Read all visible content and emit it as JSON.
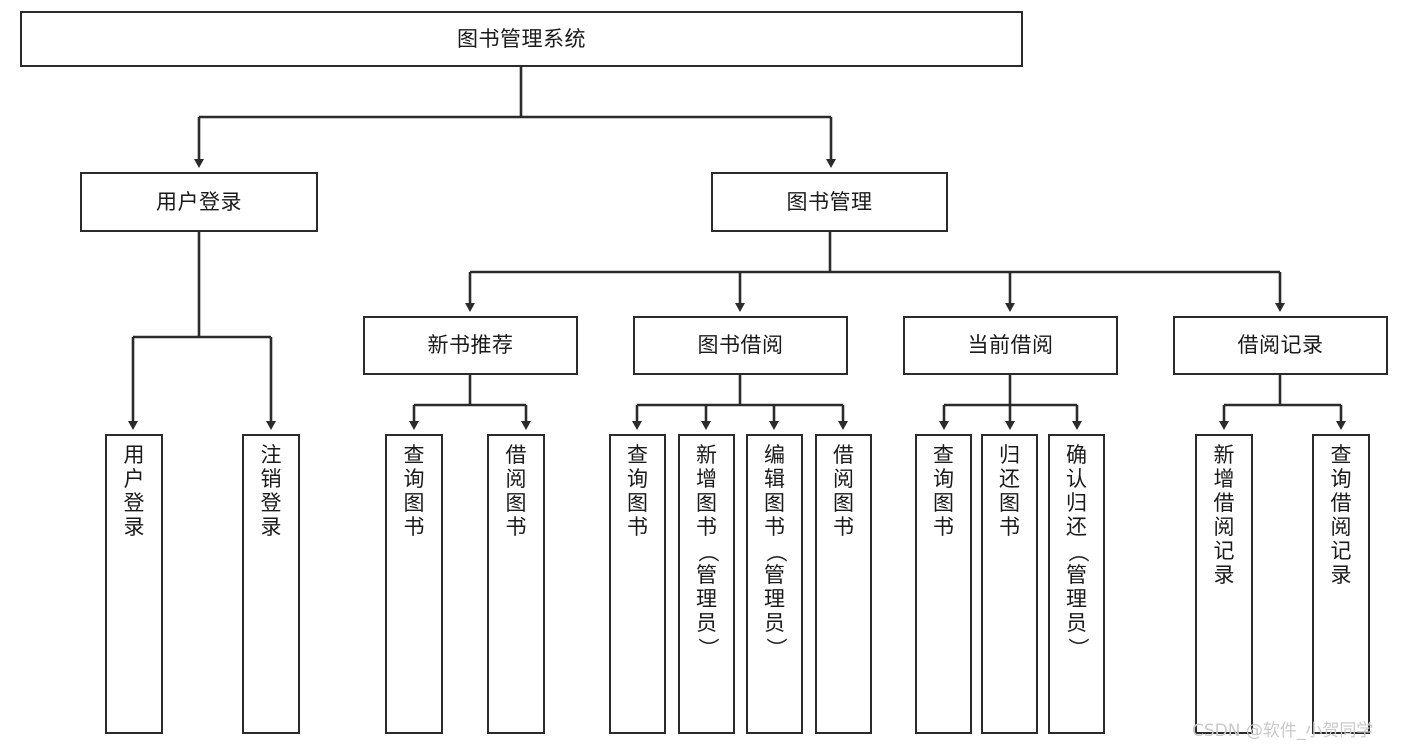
{
  "diagram": {
    "type": "tree-hierarchy",
    "title": "图书管理系统",
    "orientation": "top-down",
    "colors": {
      "box_border": "#2b2b2b",
      "box_fill": "#ffffff",
      "edge": "#2b2b2b",
      "text": "#1a1a1a",
      "watermark": "#c9c9c9",
      "background": "#ffffff"
    }
  },
  "root": {
    "label": "图书管理系统"
  },
  "level2": [
    {
      "label": "用户登录"
    },
    {
      "label": "图书管理"
    }
  ],
  "level3": [
    {
      "label": "新书推荐"
    },
    {
      "label": "图书借阅"
    },
    {
      "label": "当前借阅"
    },
    {
      "label": "借阅记录"
    }
  ],
  "leaves": {
    "user_login": [
      {
        "label": "用户登录"
      },
      {
        "label": "注销登录"
      }
    ],
    "new_book_recommend": [
      {
        "label": "查询图书"
      },
      {
        "label": "借阅图书"
      }
    ],
    "book_borrow": [
      {
        "label": "查询图书"
      },
      {
        "label": "新增图书（管理员）"
      },
      {
        "label": "编辑图书（管理员）"
      },
      {
        "label": "借阅图书"
      }
    ],
    "current_borrow": [
      {
        "label": "查询图书"
      },
      {
        "label": "归还图书"
      },
      {
        "label": "确认归还（管理员）"
      }
    ],
    "borrow_record": [
      {
        "label": "新增借阅记录"
      },
      {
        "label": "查询借阅记录"
      }
    ]
  },
  "watermark": {
    "text": "CSDN @软件_小贺同学"
  }
}
